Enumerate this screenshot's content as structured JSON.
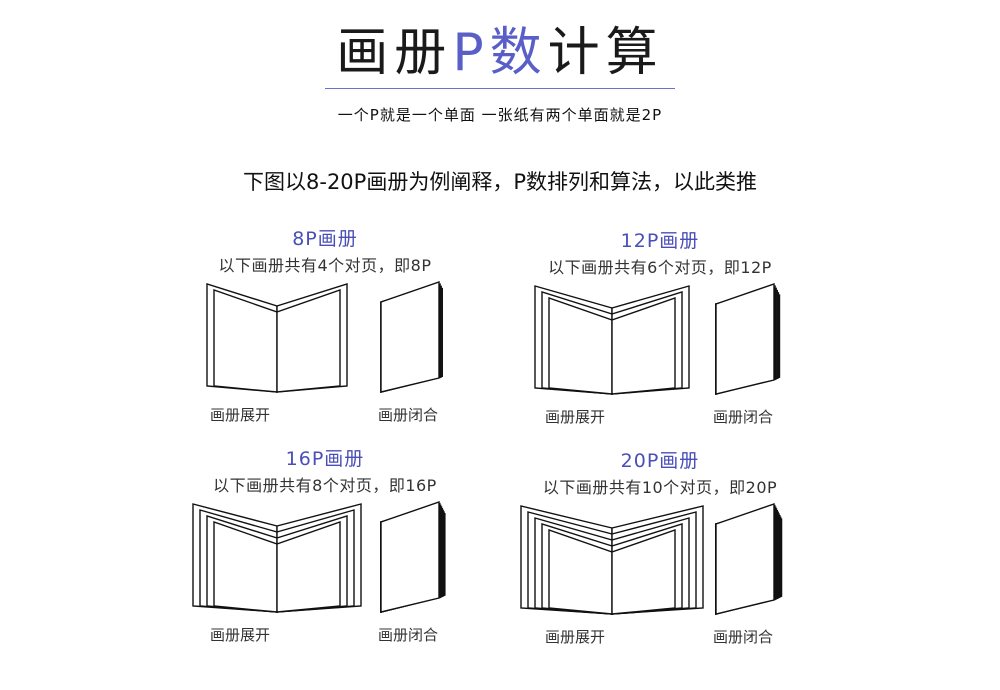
{
  "header": {
    "title_left": "画册",
    "title_accent": "P数",
    "title_right": "计算",
    "subtitle": "一个P就是一个单面 一张纸有两个单面就是2P",
    "intro": "下图以8-20P画册为例阐释，P数排列和算法，以此类推"
  },
  "panels": [
    {
      "title": "8P画册",
      "desc": "以下画册共有4个对页，即8P",
      "spreads": 4,
      "open_label": "画册展开",
      "closed_label": "画册闭合"
    },
    {
      "title": "12P画册",
      "desc": "以下画册共有6个对页，即12P",
      "spreads": 6,
      "open_label": "画册展开",
      "closed_label": "画册闭合"
    },
    {
      "title": "16P画册",
      "desc": "以下画册共有8个对页，即16P",
      "spreads": 8,
      "open_label": "画册展开",
      "closed_label": "画册闭合"
    },
    {
      "title": "20P画册",
      "desc": "以下画册共有10个对页，即20P",
      "spreads": 10,
      "open_label": "画册展开",
      "closed_label": "画册闭合"
    }
  ],
  "colors": {
    "accent": "#5a5fc8",
    "line": "#111111"
  }
}
